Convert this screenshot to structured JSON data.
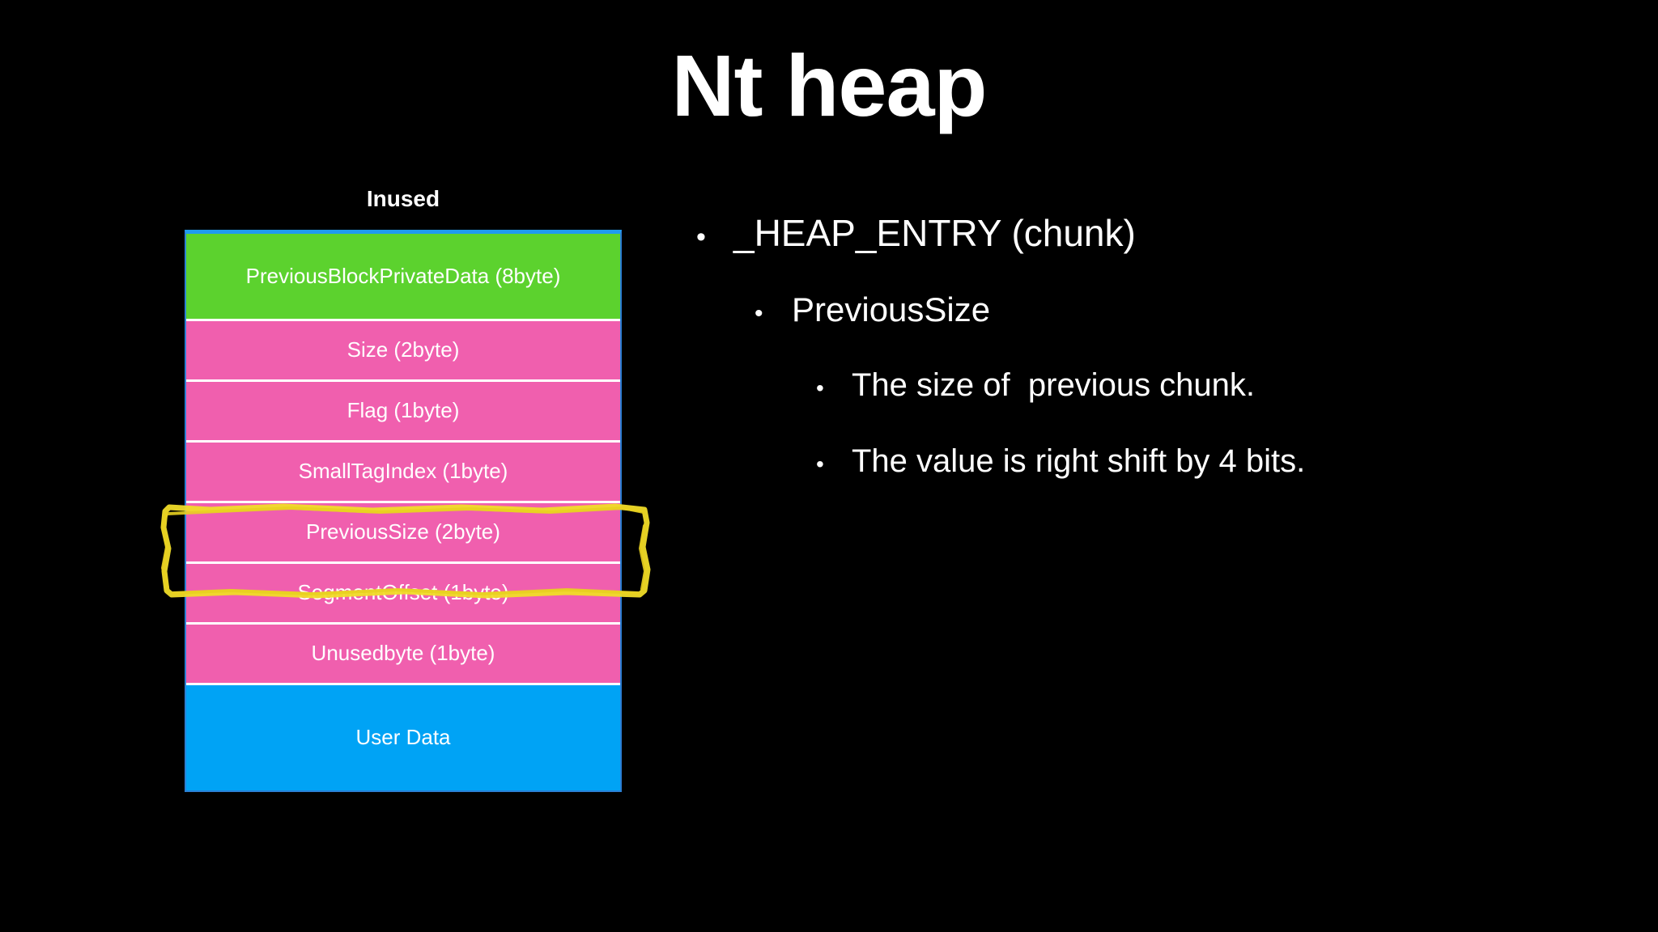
{
  "slide": {
    "title": "Nt heap",
    "background_color": "#000000",
    "text_color": "#ffffff"
  },
  "diagram": {
    "caption": "Inused",
    "colors": {
      "header_private_data": "#5CD22E",
      "heap_entry_fields": "#F05FAE",
      "user_data": "#00A3F5",
      "outline": "#1f9bf0",
      "separator": "#ffffff"
    },
    "rows": [
      {
        "label": "PreviousBlockPrivateData\n(8byte)",
        "color": "#5CD22E",
        "kind": "green"
      },
      {
        "label": "Size (2byte)",
        "color": "#F05FAE",
        "kind": "pink"
      },
      {
        "label": "Flag (1byte)",
        "color": "#F05FAE",
        "kind": "pink"
      },
      {
        "label": "SmallTagIndex (1byte)",
        "color": "#F05FAE",
        "kind": "pink"
      },
      {
        "label": "PreviousSize (2byte)",
        "color": "#F05FAE",
        "kind": "pink"
      },
      {
        "label": "SegmentOffset (1byte)",
        "color": "#F05FAE",
        "kind": "pink"
      },
      {
        "label": "Unusedbyte (1byte)",
        "color": "#F05FAE",
        "kind": "pink"
      },
      {
        "label": "User Data",
        "color": "#00A3F5",
        "kind": "blue"
      }
    ]
  },
  "annotation": {
    "name": "previous-size-highlight",
    "target_row_label": "PreviousSize (2byte)",
    "color": "#F0DC28",
    "style": "hand-drawn-rectangle"
  },
  "bullets": [
    {
      "level": 1,
      "marker": "•",
      "text": "_HEAP_ENTRY (chunk)"
    },
    {
      "level": 2,
      "marker": "•",
      "text": "PreviousSize"
    },
    {
      "level": 3,
      "marker": "•",
      "text": "The size of  previous chunk."
    },
    {
      "level": 3,
      "marker": "•",
      "text": "The value is right shift by 4 bits."
    }
  ]
}
